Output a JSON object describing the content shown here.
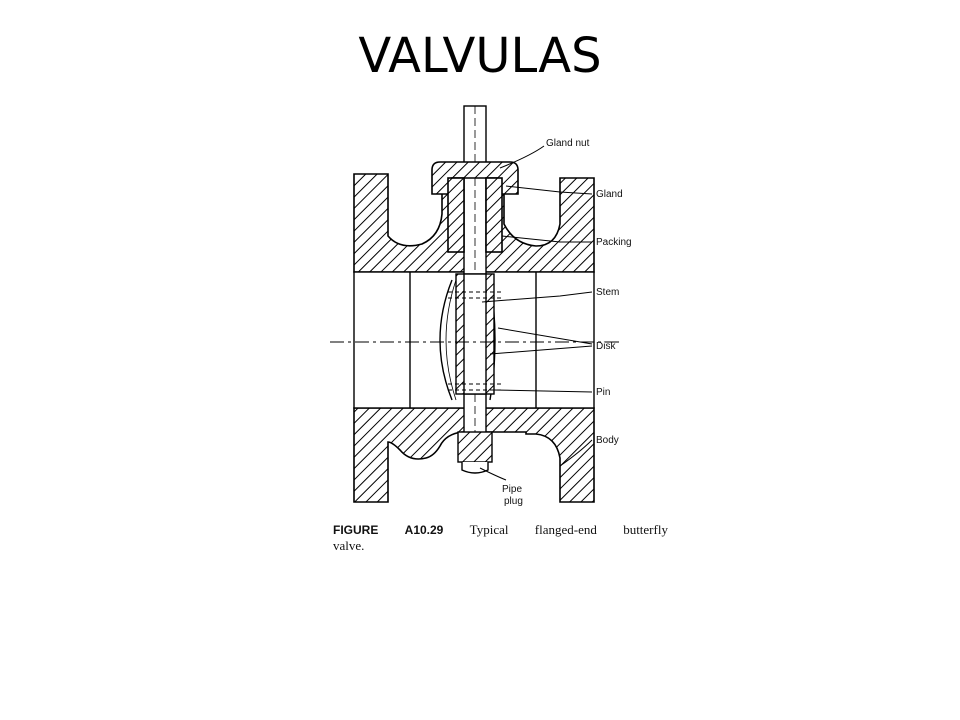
{
  "slide": {
    "title": "VALVULAS"
  },
  "figure": {
    "labels": {
      "gland_nut": "Gland nut",
      "gland": "Gland",
      "packing": "Packing",
      "stem": "Stem",
      "disk": "Disk",
      "pin": "Pin",
      "body": "Body",
      "pipe": "Pipe",
      "plug": "plug"
    },
    "caption": {
      "figure_word": "FIGURE",
      "number": "A10.29",
      "w1": "Typical",
      "w2": "flanged-end",
      "w3": "butterfly",
      "line2": "valve."
    }
  }
}
